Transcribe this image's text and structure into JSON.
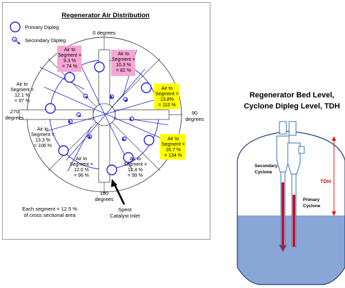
{
  "left": {
    "title": "Regenerator Air Distribution",
    "legend": {
      "primary": "Primary Dipleg",
      "secondary": "Secondary Dipleg"
    },
    "compass": {
      "north": "0 degrees",
      "west": [
        "270",
        "degrees"
      ],
      "east": [
        "90",
        "degrees"
      ],
      "south": [
        "180",
        "degrees"
      ]
    },
    "segments": [
      {
        "lines": [
          "Air to",
          "Segment =",
          "9.3 %",
          "= 74 %"
        ],
        "highlight": "#f6a6d5"
      },
      {
        "lines": [
          "Air to",
          "Segment =",
          "10.3 %",
          "= 82 %"
        ],
        "highlight": "#f6a6d5"
      },
      {
        "lines": [
          "Air to",
          "Segment =",
          "13.8%",
          "= 110 %"
        ],
        "highlight": "#ffff00"
      },
      {
        "lines": [
          "Air to",
          "Segment =",
          "16.7 %",
          "= 134 %"
        ],
        "highlight": "#ffff00"
      },
      {
        "lines": [
          "Air to",
          "Segment =",
          "12.1 %",
          "= 97 %"
        ],
        "highlight": ""
      },
      {
        "lines": [
          "Air to",
          "Segment =",
          "13.3 %",
          "= 106 %"
        ],
        "highlight": ""
      },
      {
        "lines": [
          "Air to",
          "Segment =",
          "12.0 %",
          "= 96 %"
        ],
        "highlight": ""
      },
      {
        "lines": [
          "Air to",
          "Segment =",
          "12.4 %",
          "= 99 %"
        ],
        "highlight": ""
      }
    ],
    "spent_catalyst": [
      "Spent",
      "Catalyst Inlet"
    ],
    "footnote": [
      "Each segment = 12.5 %",
      "of cross sectional area"
    ]
  },
  "right": {
    "title": [
      "Regenerator Bed Level,",
      "Cyclone Dipleg Level, TDH"
    ],
    "secondary_label": [
      "Secondary",
      "Cyclone"
    ],
    "primary_label": [
      "Primary",
      "Cyclone"
    ],
    "tdh_label": "TDH"
  },
  "colors": {
    "dipleg_blue": "#1f1fe0",
    "bed_blue": "#8aa6d6",
    "dipleg_red": "#c0142c",
    "tdh_red": "#e01010",
    "vessel_outline": "#1e3a78"
  }
}
